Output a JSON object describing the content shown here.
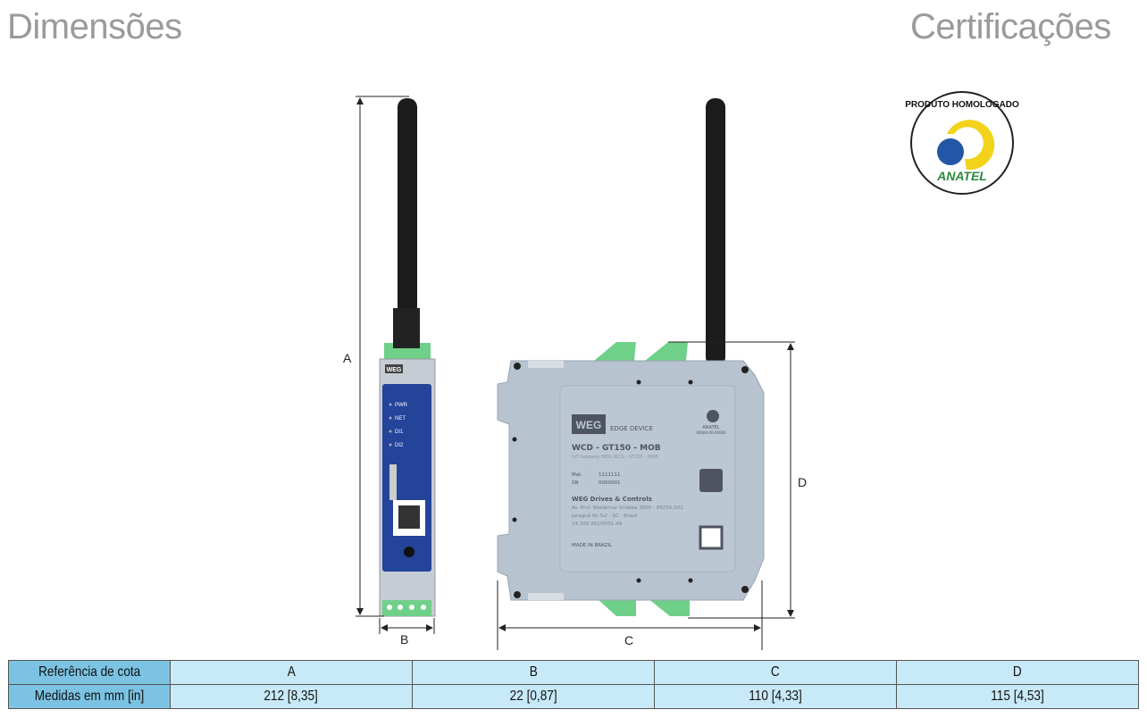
{
  "headings": {
    "dimensions": "Dimensões",
    "certifications": "Certificações"
  },
  "certification_logo": {
    "top_text": "PRODUTO HOMOLOGADO",
    "brand": "ANATEL",
    "colors": {
      "yellow": "#f3d21a",
      "blue": "#2456a6",
      "green": "#2a8a3a"
    }
  },
  "side_device": {
    "brand": "WEG",
    "leds": [
      "PWR",
      "NET",
      "DI1",
      "DI2"
    ],
    "panel_color": "#24449a"
  },
  "front_device": {
    "brand": "WEG",
    "product_type": "EDGE DEVICE",
    "model": "WCD - GT150 - MOB",
    "subtitle": "IoT Gateway WEG WCD - GT150 - MOB",
    "mat_label": "Mat.",
    "mat_value": "1111111",
    "sn_label": "SN",
    "sn_value": "0000001",
    "company": "WEG Drives & Controls",
    "address": [
      "Av. Prof. Waldemar Grubba 3000 - 89256-501",
      "Jaraguá do Sul - SC - Brasil",
      "14.309.992/0001-48"
    ],
    "made_in": "MADE IN BRAZIL",
    "anatel_mark": "ANATEL",
    "anatel_code": "00000-00-00000",
    "body_color": "#b8c3d0",
    "connector_color": "#6fd08a"
  },
  "dimension_labels": {
    "a": "A",
    "b": "B",
    "c": "C",
    "d": "D"
  },
  "table": {
    "header_label": "Referência de cota",
    "value_label": "Medidas em mm [in]",
    "columns": [
      "A",
      "B",
      "C",
      "D"
    ],
    "values": [
      "212 [8,35]",
      "22 [0,87]",
      "110 [4,33]",
      "115 [4,53]"
    ]
  }
}
